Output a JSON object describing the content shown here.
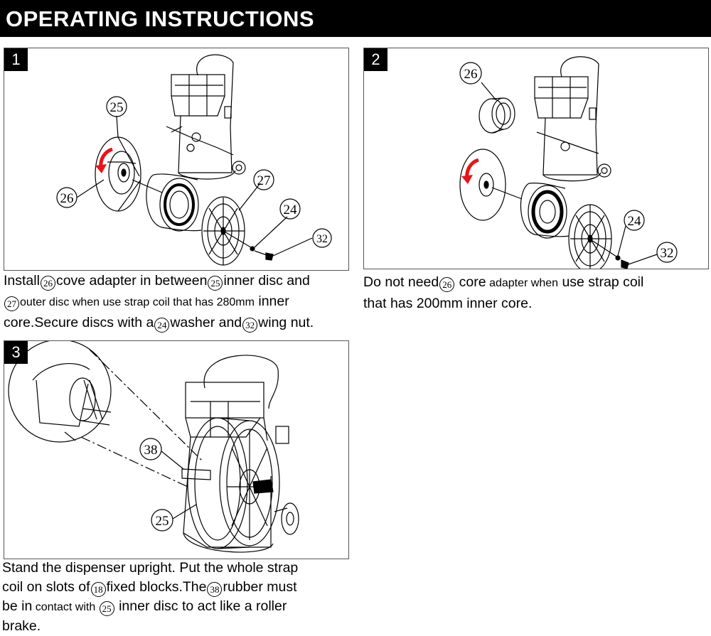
{
  "header": {
    "title": "OPERATING INSTRUCTIONS"
  },
  "panels": [
    {
      "step": "1",
      "callouts": [
        "25",
        "26",
        "27",
        "24",
        "32"
      ]
    },
    {
      "step": "2",
      "callouts": [
        "26",
        "24",
        "32"
      ]
    },
    {
      "step": "3",
      "callouts": [
        "38",
        "25"
      ]
    }
  ],
  "captions": {
    "c1": {
      "a": "Install",
      "n1": "26",
      "b": "cove adapter in between",
      "n2": "25",
      "c": "inner disc and",
      "n3": "27",
      "d": "outer disc when use strap coil that has 280mm",
      "e": " inner",
      "f": "core.Secure discs with a",
      "n4": "24",
      "g": "washer and",
      "n5": "32",
      "h": "wing nut."
    },
    "c2": {
      "a": "Do not need",
      "n1": "26",
      "b": " core",
      "c": " adapter when",
      "d": " use strap coil",
      "e": "that has 200mm inner core."
    },
    "c3": {
      "a": "Stand the dispenser upright. Put the whole strap",
      "b": "coil on slots of",
      "n1": "18",
      "c": "fixed blocks.The",
      "n2": "38",
      "d": "rubber must",
      "e": "be in",
      "f": " contact with ",
      "n3": "25",
      "g": " inner disc to act like a roller",
      "h": "brake."
    }
  },
  "colors": {
    "arrow": "#e8141b",
    "header_bg": "#000000"
  }
}
